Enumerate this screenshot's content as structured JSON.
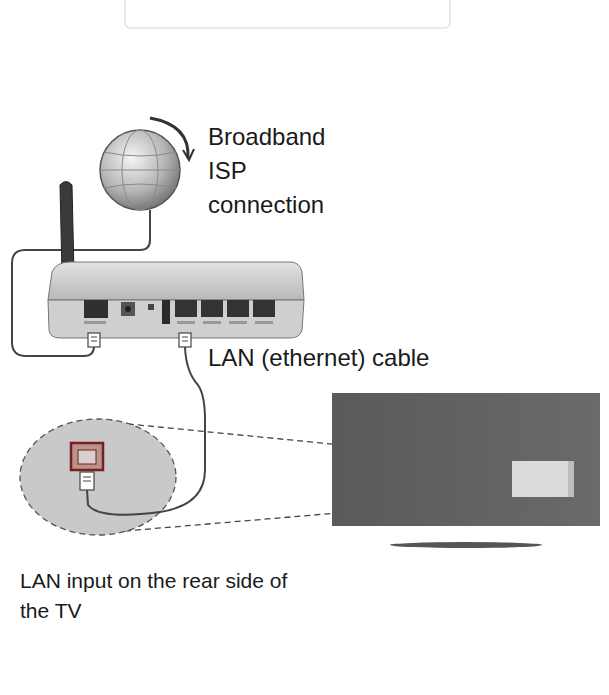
{
  "diagram": {
    "labels": [
      "Broadband ISP connection",
      "LAN (ethernet) cable",
      "LAN input on the rear side of the TV"
    ]
  }
}
